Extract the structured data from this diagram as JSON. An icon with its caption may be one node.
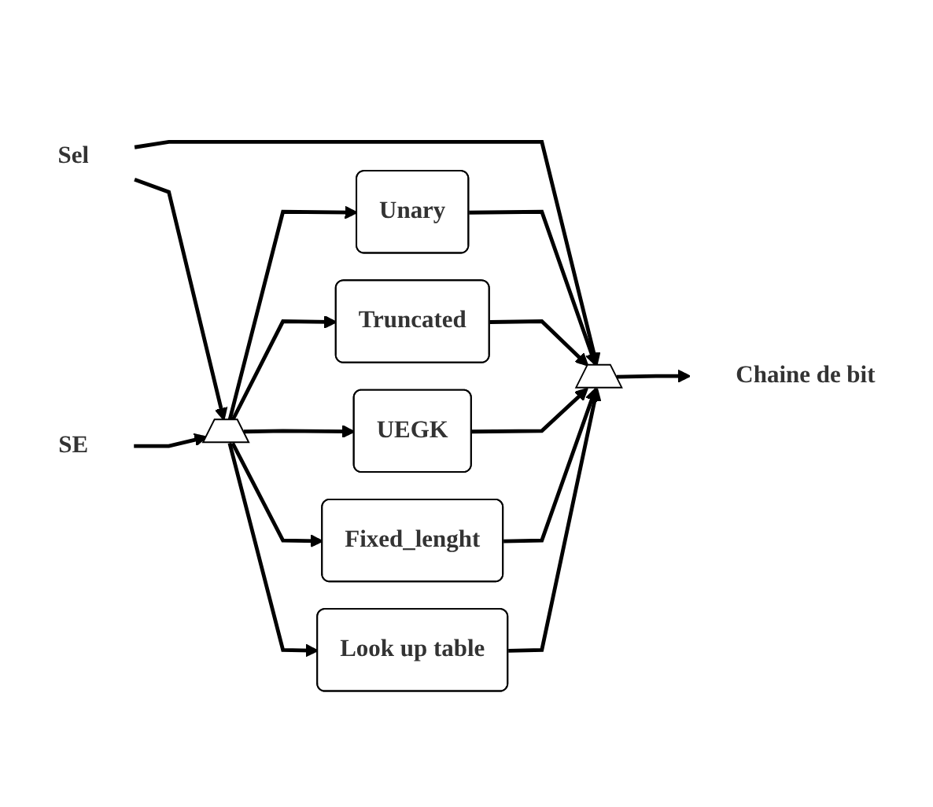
{
  "diagram": {
    "nodes": [
      {
        "text": [
          "Sel"
        ]
      },
      {
        "text": [
          "SE"
        ]
      },
      {
        "text": [],
        "shape": "trapezoid"
      },
      {
        "text": [
          "Unary"
        ]
      },
      {
        "text": [
          "Truncated"
        ]
      },
      {
        "text": [
          "UEGK"
        ]
      },
      {
        "text": [
          "Fixed_lenght"
        ]
      },
      {
        "text": [
          "Look up table"
        ]
      },
      {
        "text": [],
        "shape": "trapezoid"
      },
      {
        "text": [
          "Chaine  de bit"
        ]
      }
    ],
    "edges": [
      {
        "from": 0,
        "to": 2,
        "arrow": "to"
      },
      {
        "from": 0,
        "to": 8,
        "arrow": "to"
      },
      {
        "from": 1,
        "to": 2,
        "arrow": "to"
      },
      {
        "from": 2,
        "to": 3,
        "arrow": "to"
      },
      {
        "from": 2,
        "to": 4,
        "arrow": "to"
      },
      {
        "from": 2,
        "to": 5,
        "arrow": "to"
      },
      {
        "from": 2,
        "to": 6,
        "arrow": "to"
      },
      {
        "from": 2,
        "to": 7,
        "arrow": "to"
      },
      {
        "from": 3,
        "to": 8,
        "arrow": "to"
      },
      {
        "from": 4,
        "to": 8,
        "arrow": "to"
      },
      {
        "from": 5,
        "to": 8,
        "arrow": "to"
      },
      {
        "from": 6,
        "to": 8,
        "arrow": "to"
      },
      {
        "from": 7,
        "to": 8,
        "arrow": "to"
      },
      {
        "from": 8,
        "to": 9,
        "arrow": "to"
      }
    ]
  }
}
